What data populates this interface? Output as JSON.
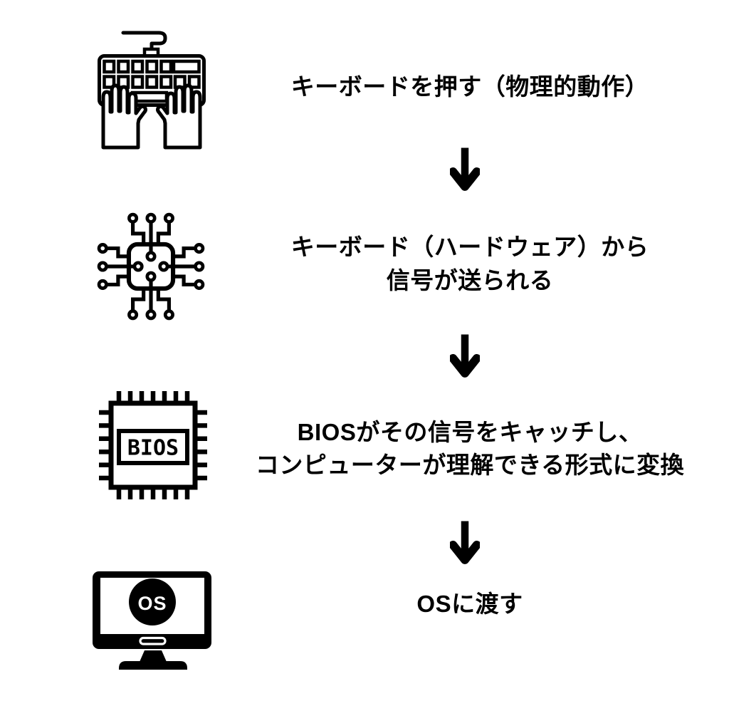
{
  "page": {
    "background_color": "#ffffff",
    "text_color": "#000000"
  },
  "diagram": {
    "type": "vertical-flow",
    "steps": [
      {
        "icon": "keyboard-typing-hands-icon",
        "lines": [
          "キーボードを押す（物理的動作）"
        ]
      },
      {
        "icon": "circuit-chip-icon",
        "lines": [
          "キーボード（ハードウェア）から",
          "信号が送られる"
        ]
      },
      {
        "icon": "bios-chip-icon",
        "icon_text": "BIOS",
        "lines": [
          "BIOSがその信号をキャッチし、",
          "コンピューターが理解できる形式に変換"
        ]
      },
      {
        "icon": "monitor-os-icon",
        "icon_text": "OS",
        "lines": [
          "OSに渡す"
        ]
      }
    ],
    "connector": {
      "glyph": "down-arrow",
      "count": 3
    }
  }
}
